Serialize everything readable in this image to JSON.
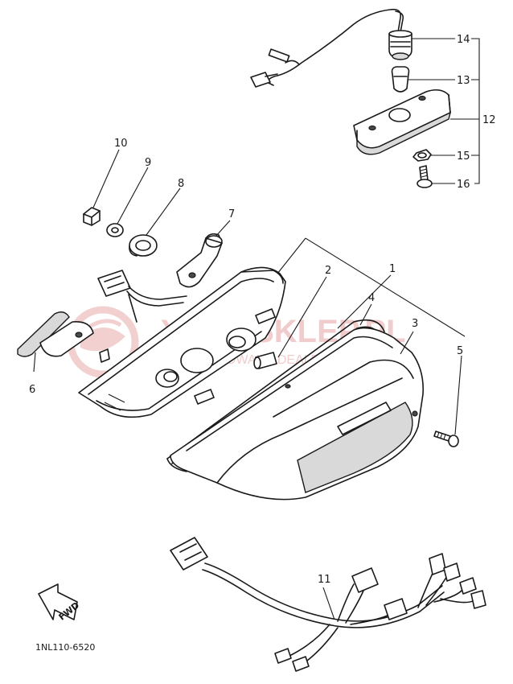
{
  "diagram_code": "1NL110-6520",
  "fwd_label": "FWD",
  "watermark": {
    "brand": "YAMASKLEP.PL",
    "tagline": "AUTORYZOWANY DEALER YAMAHA"
  },
  "callouts": {
    "c1": "1",
    "c2": "2",
    "c3": "3",
    "c4": "4",
    "c5": "5",
    "c6": "6",
    "c7": "7",
    "c8": "8",
    "c9": "9",
    "c10": "10",
    "c11": "11",
    "c12": "12",
    "c13": "13",
    "c14": "14",
    "c15": "15",
    "c16": "16"
  },
  "colors": {
    "ink": "#1a1a1a",
    "watermark": "#e7a3a3"
  }
}
